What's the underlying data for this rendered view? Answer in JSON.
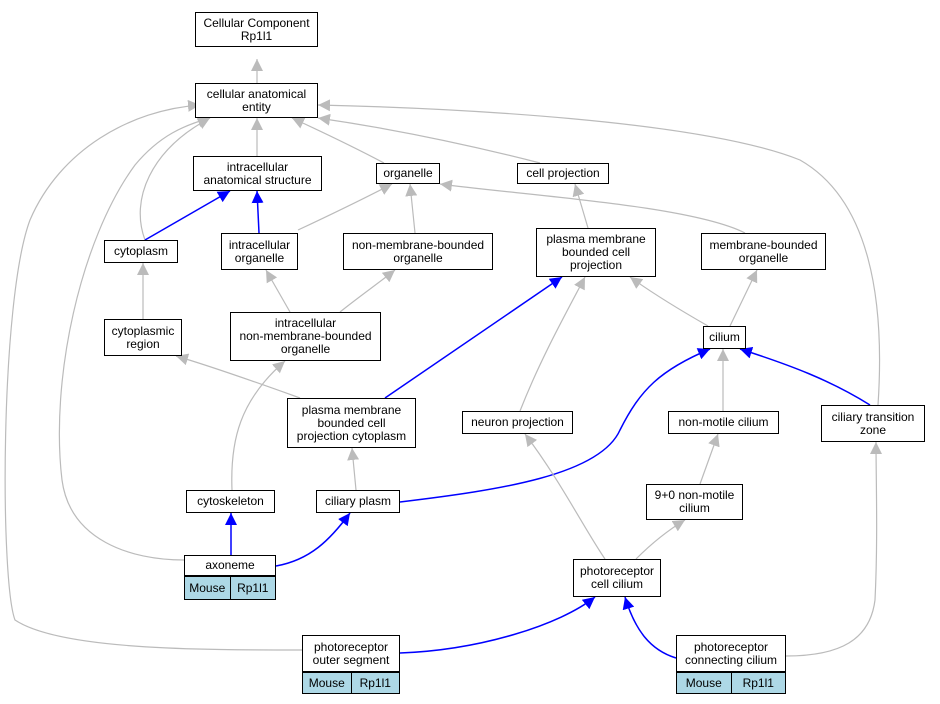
{
  "colors": {
    "is_a": "#bbbbbb",
    "part_of": "#0000ff",
    "annotation_bg": "#add8e6"
  },
  "nodes": {
    "root": "Cellular Component\nRp1l1",
    "cae": "cellular anatomical\nentity",
    "ias": "intracellular\nanatomical structure",
    "organelle": "organelle",
    "cellproj": "cell projection",
    "cytoplasm": "cytoplasm",
    "intorg": "intracellular\norganelle",
    "nmbo": "non-membrane-bounded\norganelle",
    "pmbcp": "plasma membrane\nbounded cell\nprojection",
    "mbo": "membrane-bounded\norganelle",
    "cytreg": "cytoplasmic\nregion",
    "inmbo": "intracellular\nnon-membrane-bounded\norganelle",
    "cilium": "cilium",
    "pmbcpc": "plasma membrane\nbounded cell\nprojection cytoplasm",
    "neuproj": "neuron projection",
    "nmcil": "non-motile cilium",
    "ctz": "ciliary transition\nzone",
    "cytoskel": "cytoskeleton",
    "cilplasm": "ciliary plasm",
    "nine0": "9+0 non-motile\ncilium",
    "axoneme": "axoneme",
    "pcc": "photoreceptor\ncell cilium",
    "pos": "photoreceptor\nouter segment",
    "pconn": "photoreceptor\nconnecting cilium"
  },
  "annotations": {
    "axoneme": [
      "Mouse",
      "Rp1l1"
    ],
    "pos": [
      "Mouse",
      "Rp1l1"
    ],
    "pconn": [
      "Mouse",
      "Rp1l1"
    ]
  },
  "edges": [
    {
      "from": "cae",
      "to": "root",
      "type": "is_a"
    },
    {
      "from": "ias",
      "to": "cae",
      "type": "is_a"
    },
    {
      "from": "organelle",
      "to": "cae",
      "type": "is_a"
    },
    {
      "from": "cellproj",
      "to": "cae",
      "type": "is_a"
    },
    {
      "from": "cytoplasm",
      "to": "cae",
      "type": "is_a"
    },
    {
      "from": "cytoplasm",
      "to": "ias",
      "type": "part_of"
    },
    {
      "from": "intorg",
      "to": "ias",
      "type": "part_of"
    },
    {
      "from": "intorg",
      "to": "organelle",
      "type": "is_a"
    },
    {
      "from": "nmbo",
      "to": "organelle",
      "type": "is_a"
    },
    {
      "from": "mbo",
      "to": "organelle",
      "type": "is_a"
    },
    {
      "from": "pmbcp",
      "to": "cellproj",
      "type": "is_a"
    },
    {
      "from": "cytreg",
      "to": "cytoplasm",
      "type": "is_a"
    },
    {
      "from": "inmbo",
      "to": "intorg",
      "type": "is_a"
    },
    {
      "from": "inmbo",
      "to": "nmbo",
      "type": "is_a"
    },
    {
      "from": "cilium",
      "to": "pmbcp",
      "type": "is_a"
    },
    {
      "from": "cilium",
      "to": "mbo",
      "type": "is_a"
    },
    {
      "from": "pmbcpc",
      "to": "cytreg",
      "type": "is_a"
    },
    {
      "from": "pmbcpc",
      "to": "pmbcp",
      "type": "part_of"
    },
    {
      "from": "neuproj",
      "to": "pmbcp",
      "type": "is_a"
    },
    {
      "from": "nmcil",
      "to": "cilium",
      "type": "is_a"
    },
    {
      "from": "ctz",
      "to": "cilium",
      "type": "part_of"
    },
    {
      "from": "ctz",
      "to": "cae",
      "type": "is_a"
    },
    {
      "from": "cytoskel",
      "to": "inmbo",
      "type": "is_a"
    },
    {
      "from": "cilplasm",
      "to": "pmbcpc",
      "type": "is_a"
    },
    {
      "from": "cilplasm",
      "to": "cilium",
      "type": "part_of"
    },
    {
      "from": "nine0",
      "to": "nmcil",
      "type": "is_a"
    },
    {
      "from": "axoneme",
      "to": "cytoskel",
      "type": "part_of"
    },
    {
      "from": "axoneme",
      "to": "cilplasm",
      "type": "part_of"
    },
    {
      "from": "axoneme",
      "to": "cae",
      "type": "is_a"
    },
    {
      "from": "pcc",
      "to": "nine0",
      "type": "is_a"
    },
    {
      "from": "pcc",
      "to": "neuproj",
      "type": "is_a"
    },
    {
      "from": "pos",
      "to": "pcc",
      "type": "part_of"
    },
    {
      "from": "pos",
      "to": "cae",
      "type": "is_a"
    },
    {
      "from": "pconn",
      "to": "pcc",
      "type": "part_of"
    },
    {
      "from": "pconn",
      "to": "ctz",
      "type": "is_a"
    }
  ]
}
